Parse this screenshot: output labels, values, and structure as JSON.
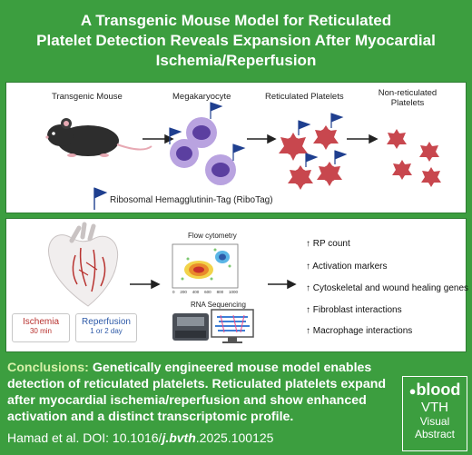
{
  "title": {
    "line1": "A Transgenic Mouse Model for Reticulated",
    "line2": "Platelet Detection Reveals Expansion After Myocardial",
    "line3": "Ischemia/Reperfusion"
  },
  "panel1": {
    "labels": {
      "mouse": "Transgenic Mouse",
      "megakaryocyte": "Megakaryocyte",
      "reticulated": "Reticulated Platelets",
      "non_reticulated_1": "Non-reticulated",
      "non_reticulated_2": "Platelets"
    },
    "ribotag": "Ribosomal Hemagglutinin-Tag (RiboTag)"
  },
  "panel2": {
    "ischemia": {
      "label": "Ischemia",
      "duration": "30 min"
    },
    "reperfusion": {
      "label": "Reperfusion",
      "duration": "1 or 2 day"
    },
    "flow_title": "Flow cytometry",
    "flow_axis_ticks": [
      "0",
      "200",
      "400",
      "600",
      "800",
      "1000"
    ],
    "rna_title": "RNA Sequencing",
    "results": [
      "RP count",
      "Activation markers",
      "Cytoskeletal and wound healing genes",
      "Fibroblast interactions",
      "Macrophage interactions"
    ],
    "arrow_glyph": "↑"
  },
  "conclusion": {
    "lead": "Conclusions:",
    "text": "Genetically engineered mouse model enables detection of reticulated platelets. Reticulated platelets expand after myocardial ischemia/reperfusion and show enhanced activation and a distinct transcriptomic profile."
  },
  "citation": {
    "prefix": "Hamad et al. DOI: 10.1016/",
    "doi_link": "j.bvth",
    "suffix": ".2025.100125"
  },
  "logo": {
    "brand": "blood",
    "vth": "VTH",
    "line1": "Visual",
    "line2": "Abstract"
  },
  "colors": {
    "green": "#3c9e3f",
    "platelet_red": "#c8474e",
    "flag_blue": "#1f3f8f",
    "megakaryocyte_purple": "#8b6fc3",
    "ischemia_red": "#b8322f",
    "reperfusion_blue": "#2e5aa8"
  }
}
